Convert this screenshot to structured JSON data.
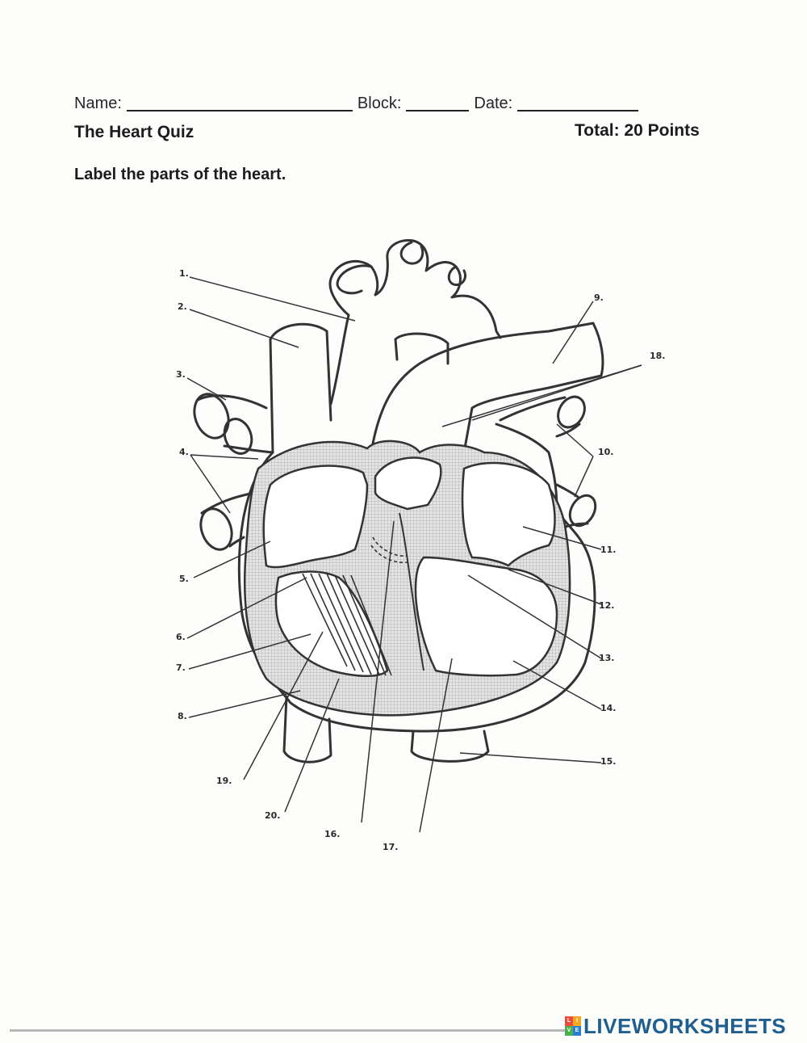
{
  "header": {
    "name_label": "Name:",
    "block_label": "Block:",
    "date_label": "Date:"
  },
  "quiz": {
    "title": "The Heart Quiz",
    "total": "Total: 20 Points",
    "instruction": "Label the parts of the heart."
  },
  "labels": [
    "1.",
    "2.",
    "3.",
    "4.",
    "5.",
    "6.",
    "7.",
    "8.",
    "9.",
    "10.",
    "11.",
    "12.",
    "13.",
    "14.",
    "15.",
    "16.",
    "17.",
    "18.",
    "19.",
    "20."
  ],
  "footer": {
    "brand": "LIVEWORKSHEETS",
    "brand_icon_letters": [
      "L",
      "I",
      "V",
      "E"
    ],
    "colors": {
      "brand_text": "#1f5f8f",
      "icon": [
        "#e94e3c",
        "#f5a623",
        "#4caf50",
        "#2a7fd4"
      ]
    }
  }
}
